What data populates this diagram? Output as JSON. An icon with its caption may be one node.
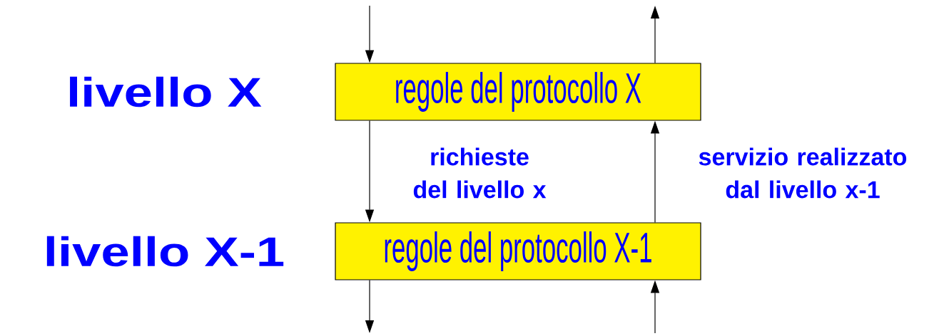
{
  "diagram": {
    "nodes": [
      {
        "text": [
          "regole del protocollo X"
        ],
        "beside": [
          "livello X"
        ]
      },
      {
        "text": [
          "regole del protocollo X-1"
        ],
        "beside": [
          "livello X-1"
        ]
      }
    ],
    "edges": [
      {
        "from": null,
        "to": 0,
        "arrow": "to"
      },
      {
        "from": 0,
        "to": null,
        "arrow": "to"
      },
      {
        "from": 0,
        "to": 1,
        "arrow": "to",
        "label": "richieste del livello x"
      },
      {
        "from": 1,
        "to": 0,
        "arrow": "to",
        "label": "servizio realizzato dal livello x-1"
      },
      {
        "from": 1,
        "to": null,
        "arrow": "to"
      },
      {
        "from": null,
        "to": 1,
        "arrow": "to"
      }
    ]
  }
}
